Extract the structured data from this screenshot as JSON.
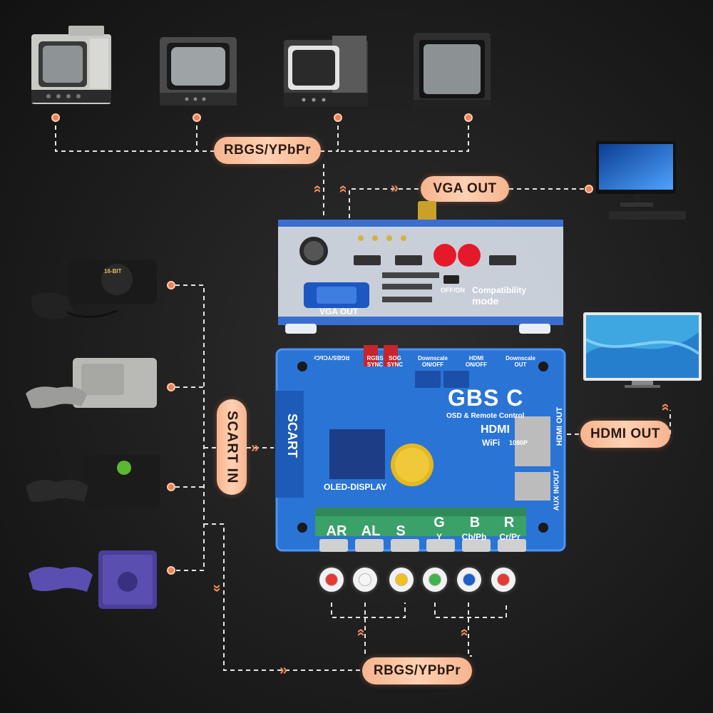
{
  "labels": {
    "rgbs_top": "RBGS/YPbPr",
    "vga_out": "VGA OUT",
    "scart_in": "SCART IN",
    "hdmi_out": "HDMI OUT",
    "rgbs_bottom": "RBGS/YPbPr"
  },
  "top_box": {
    "vga_port": "VGA OUT",
    "switch": "OFF/ON",
    "compat_line1": "Compatibility",
    "compat_line2": "mode"
  },
  "board": {
    "scart": "SCART",
    "logo": "GBS C",
    "logo_sub": "OSD & Remote Control",
    "hdmi_word": "HDMI",
    "wifi": "WiFi",
    "res": "1080P",
    "oled": "OLED-DISPLAY",
    "hdmi_out_side": "HDMI OUT",
    "aux": "AUX IN/OUT",
    "top_labels": [
      "RGBS/YCbCr",
      "RGBS SYNC",
      "SOG SYNC",
      "Downscale ON/OFF",
      "HDMI ON/OFF",
      "Downscale OUT"
    ],
    "terminals": [
      "AR",
      "AL",
      "S",
      "G",
      "B",
      "R"
    ],
    "terminals_sub": [
      "",
      "",
      "",
      "Y",
      "Cb/Pb",
      "Cr/Pr"
    ]
  },
  "devices": {
    "console1_badge": "16-BIT"
  },
  "colors": {
    "accent": "#f6b48f",
    "wire": "#e6e6e6",
    "chevron": "#f08a5a",
    "board": "#2a74d6",
    "rca": [
      "#e53935",
      "#f5f5f5",
      "#f2c01e",
      "#3fb34f",
      "#1e5fc8",
      "#e53935"
    ]
  }
}
